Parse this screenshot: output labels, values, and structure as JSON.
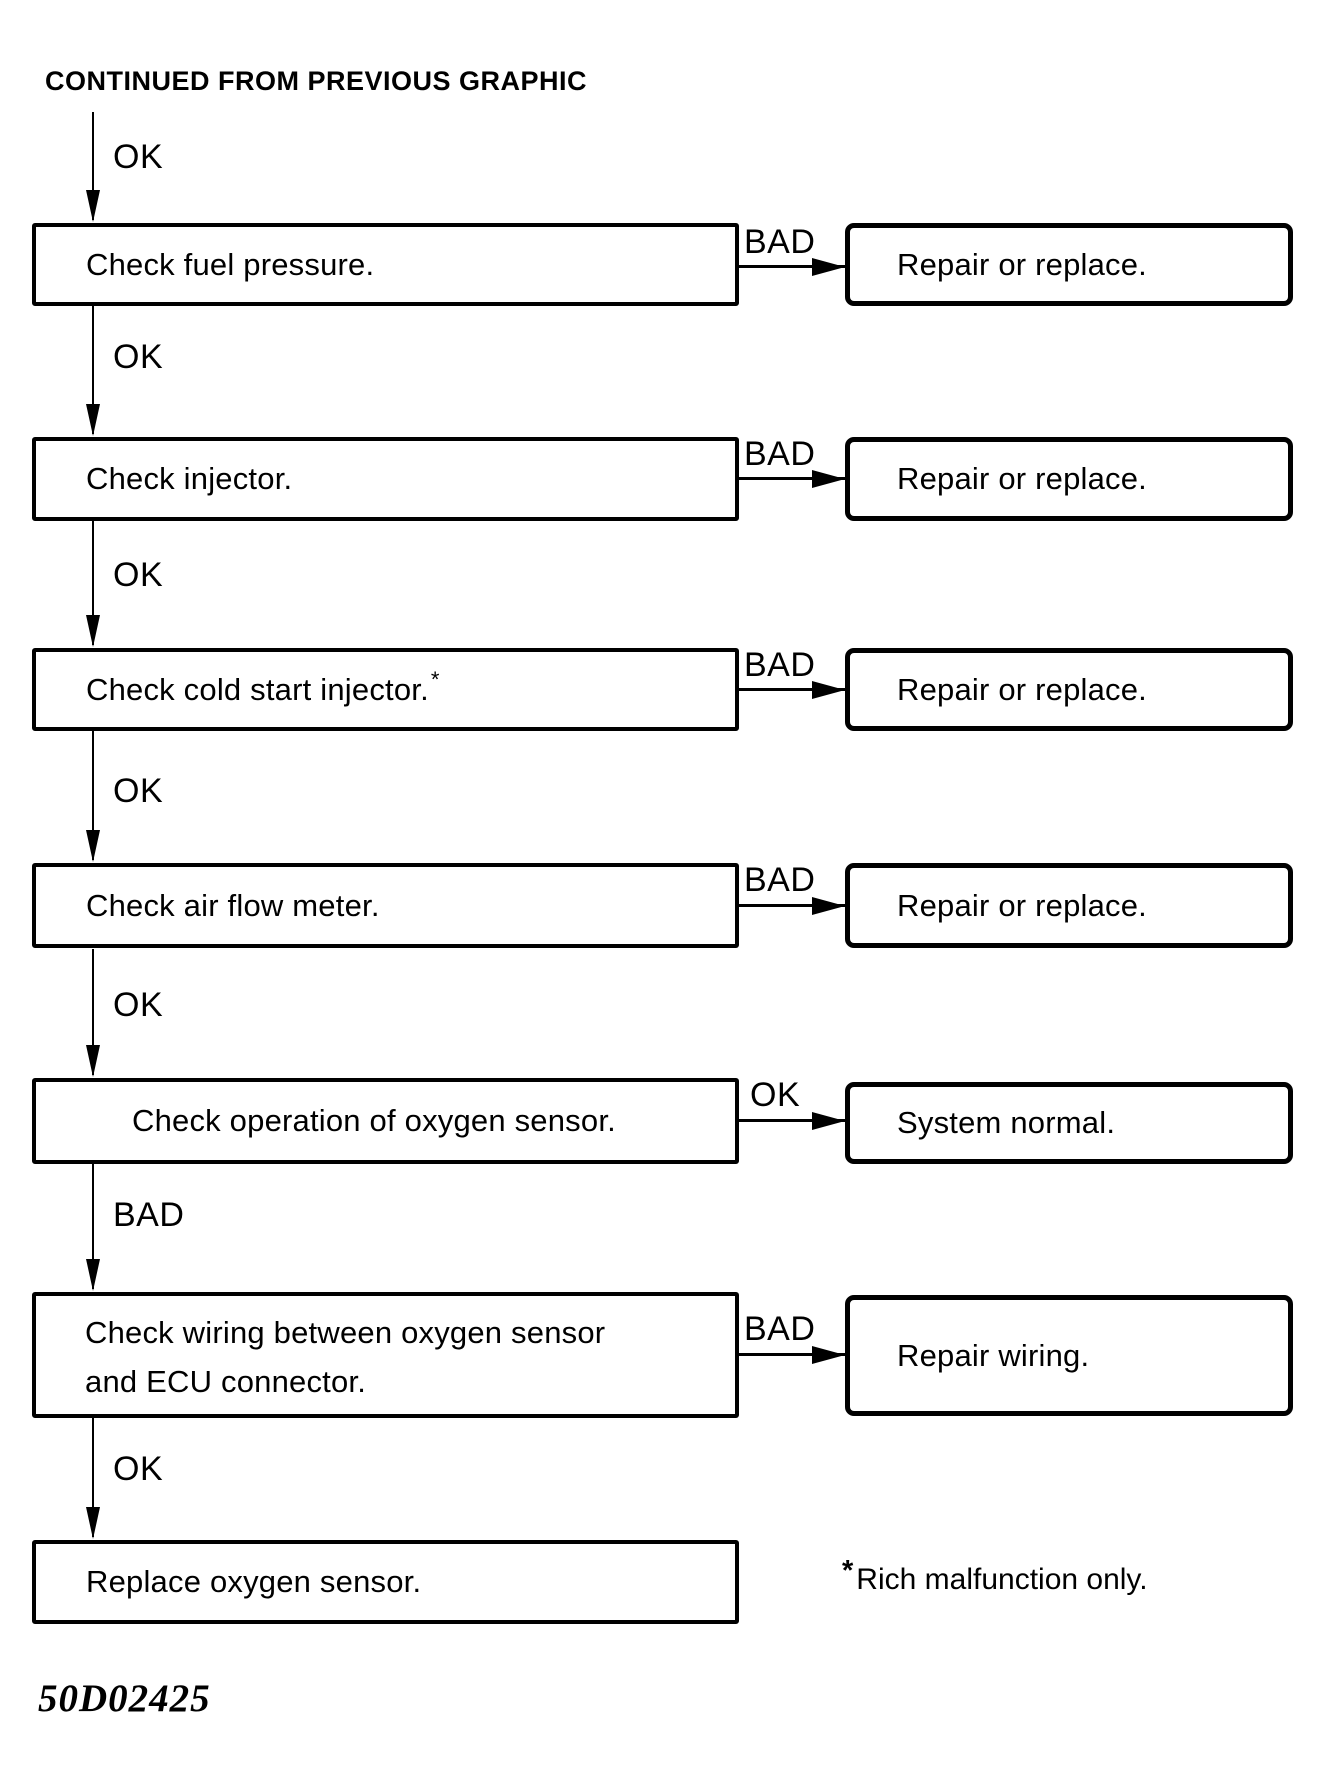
{
  "title": "CONTINUED FROM PREVIOUS GRAPHIC",
  "entry": {
    "label": "OK"
  },
  "flow": {
    "rows": [
      {
        "step": "Check fuel pressure.",
        "branch_label": "BAD",
        "result": "Repair or replace.",
        "down_label": "OK"
      },
      {
        "step": "Check injector.",
        "branch_label": "BAD",
        "result": "Repair or replace.",
        "down_label": "OK"
      },
      {
        "step": "Check cold start injector.",
        "footnote_marker": "*",
        "branch_label": "BAD",
        "result": "Repair or replace.",
        "down_label": "OK"
      },
      {
        "step": "Check air flow meter.",
        "branch_label": "BAD",
        "result": "Repair or replace.",
        "down_label": "OK"
      },
      {
        "step": "Check operation of oxygen sensor.",
        "branch_label": "OK",
        "result": "System normal.",
        "down_label": "BAD"
      },
      {
        "step": "Check wiring between oxygen sensor and ECU connector.",
        "branch_label": "BAD",
        "result": "Repair wiring.",
        "down_label": "OK"
      },
      {
        "step": "Replace oxygen sensor."
      }
    ]
  },
  "footnote": {
    "marker": "*",
    "text": "Rich malfunction only."
  },
  "figure_code": "50D02425",
  "colors": {
    "ink": "#000000",
    "paper": "#ffffff"
  }
}
